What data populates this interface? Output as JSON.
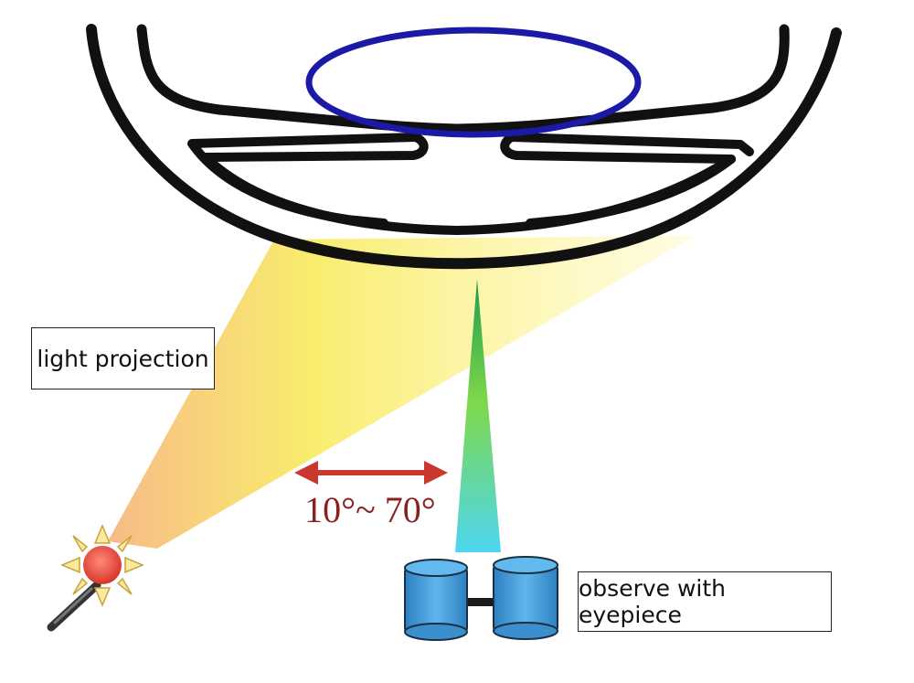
{
  "labels": {
    "light": "light projection",
    "eyepiece": "observe with eyepiece",
    "angle": "10°~ 70°"
  },
  "colors": {
    "outline": "#111111",
    "lens_ring": "#1a1aa6",
    "light_beam": "#f7e84a",
    "arrow": "#c8382f",
    "eyepiece": "#3f9bd8",
    "sun": "#e0463a"
  },
  "icons": {
    "light_source": "sun-penlight-icon",
    "observer": "binocular-eyepiece-icon"
  }
}
